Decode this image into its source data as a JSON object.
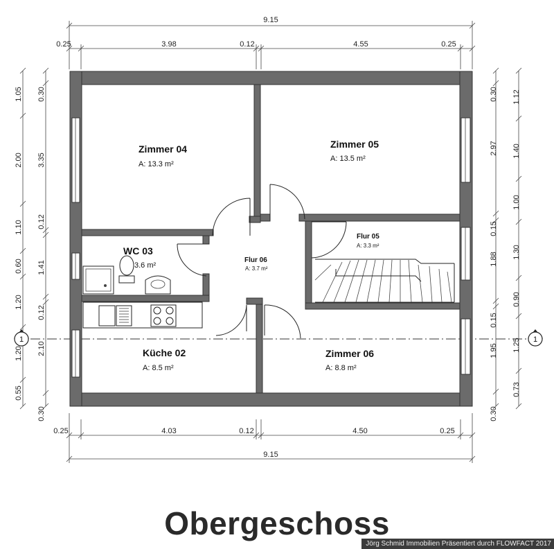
{
  "dims": {
    "top_total": "9.15",
    "top_segments": [
      "0.25",
      "3.98",
      "0.12",
      "4.55",
      "0.25"
    ],
    "bottom_segments": [
      "0.25",
      "4.03",
      "0.12",
      "4.50",
      "0.25"
    ],
    "bottom_total": "9.15",
    "left_outer": [
      "1.05",
      "2.00",
      "1.10",
      "0.60",
      "1.20",
      "1.20",
      "0.55"
    ],
    "left_inner": [
      "0.30",
      "3.35",
      "0.12",
      "1.41",
      "0.12",
      "2.10",
      "0.30"
    ],
    "right_inner": [
      "0.30",
      "2.97",
      "0.15",
      "1.88",
      "0.15",
      "1.95",
      "0.30"
    ],
    "right_outer": [
      "1.12",
      "1.40",
      "1.00",
      "1.30",
      "0.90",
      "1.25",
      "0.73"
    ]
  },
  "axis_label": "1",
  "rooms": {
    "zimmer04": {
      "name": "Zimmer 04",
      "area": "A: 13.3 m²"
    },
    "zimmer05": {
      "name": "Zimmer 05",
      "area": "A: 13.5 m²"
    },
    "wc03": {
      "name": "WC 03",
      "area": "3.6 m²"
    },
    "flur06": {
      "name": "Flur 06",
      "area": "A: 3.7 m²"
    },
    "flur05": {
      "name": "Flur 05",
      "area": "A: 3.3 m²"
    },
    "kueche02": {
      "name": "Küche 02",
      "area": "A: 8.5 m²"
    },
    "zimmer06": {
      "name": "Zimmer 06",
      "area": "A: 8.8 m²"
    }
  },
  "title": "Obergeschoss",
  "credit": "Jörg Schmid Immobilien Präsentiert durch FLOWFACT 2017",
  "colors": {
    "wall": "#6b6b6b",
    "credit_bg": "#3c3c3c"
  }
}
